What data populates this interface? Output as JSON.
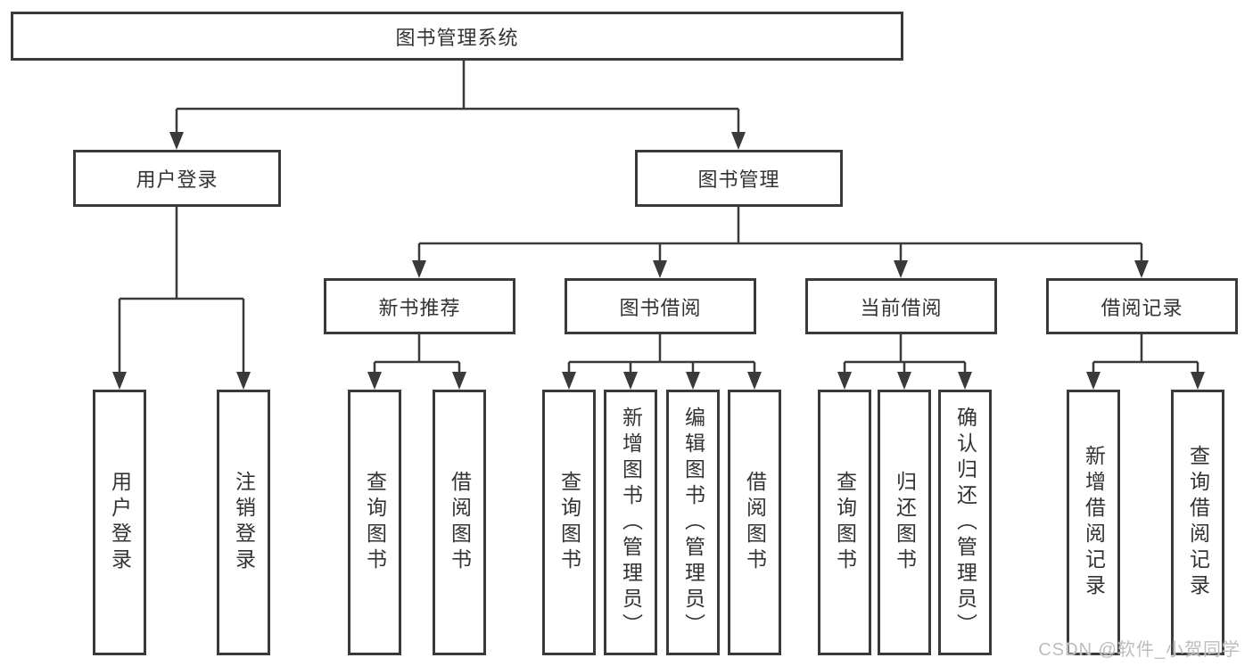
{
  "diagram_title": "图书管理系统",
  "watermark": "CSDN @软件_小贺同学",
  "colors": {
    "line": "#3a3a3a",
    "text": "#333333",
    "box_background": "#ffffff",
    "watermark": "#bdbdbd"
  },
  "tree": {
    "root": "图书管理系统",
    "branches": [
      {
        "label": "用户登录",
        "children": [
          "用户登录",
          "注销登录"
        ]
      },
      {
        "label": "图书管理",
        "groups": [
          {
            "label": "新书推荐",
            "children": [
              "查询图书",
              "借阅图书"
            ]
          },
          {
            "label": "图书借阅",
            "children": [
              "查询图书",
              "新增图书（管理员）",
              "编辑图书（管理员）",
              "借阅图书"
            ]
          },
          {
            "label": "当前借阅",
            "children": [
              "查询图书",
              "归还图书",
              "确认归还（管理员）"
            ]
          },
          {
            "label": "借阅记录",
            "children": [
              "新增借阅记录",
              "查询借阅记录"
            ]
          }
        ]
      }
    ]
  }
}
